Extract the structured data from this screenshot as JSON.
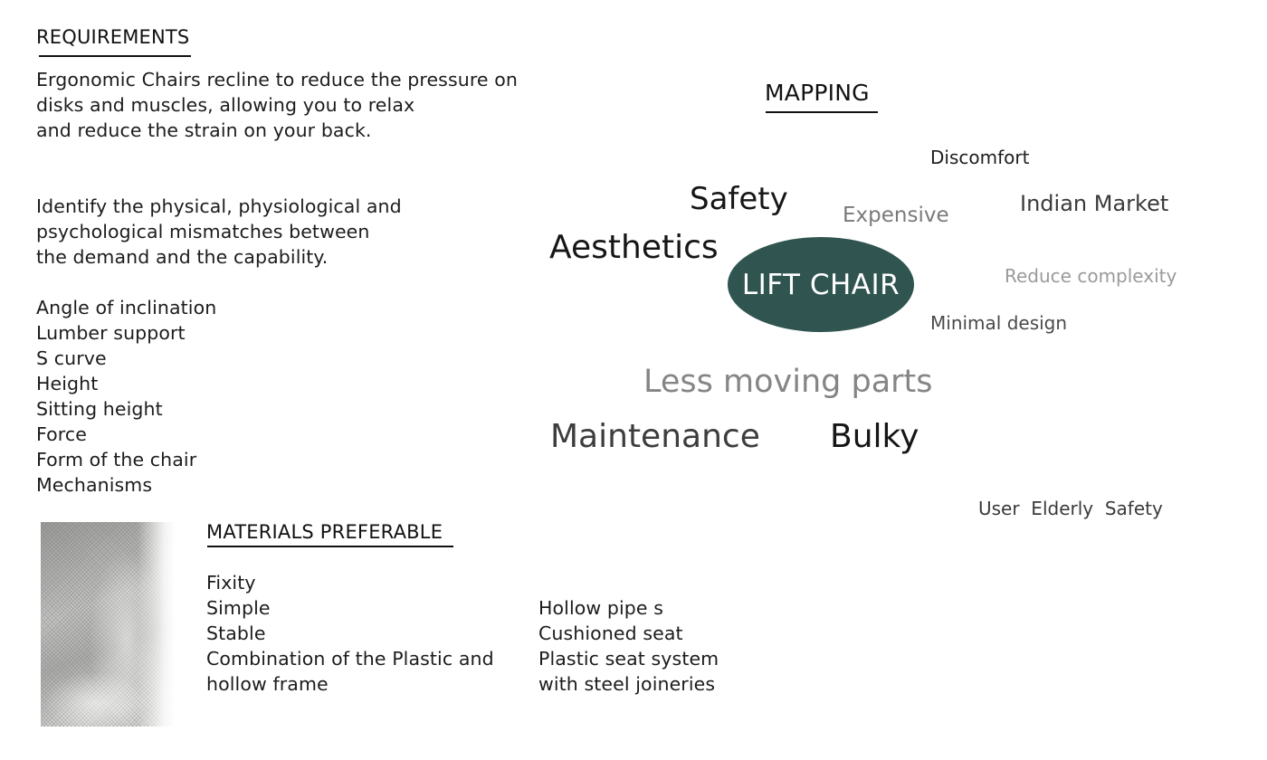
{
  "requirements": {
    "heading": "REQUIREMENTS",
    "intro_lines": [
      "Ergonomic Chairs recline to reduce the pressure on",
      "disks and muscles, allowing you to relax",
      "and reduce the strain on your back."
    ],
    "identify_lines": [
      "Identify the physical, physiological and",
      "psychological mismatches between",
      "the demand and the capability."
    ],
    "factors": [
      "Angle of inclination",
      "Lumber support",
      "S curve",
      "Height",
      "Sitting height",
      "Force",
      "Form of the chair",
      "Mechanisms"
    ]
  },
  "materials": {
    "heading": "MATERIALS PREFERABLE",
    "image_icon": "fabric-mesh-image",
    "left_column": [
      "Fixity",
      "Simple",
      "Stable",
      "Combination of the Plastic and",
      "hollow frame"
    ],
    "right_column": [
      "Hollow pipe s",
      "Cushioned seat",
      "Plastic seat system",
      "with steel joineries"
    ]
  },
  "mapping": {
    "heading": "MAPPING",
    "center": {
      "label": "LIFT CHAIR",
      "color": "#305550"
    },
    "words": {
      "discomfort": "Discomfort",
      "safety": "Safety",
      "expensive": "Expensive",
      "indian_market": "Indian Market",
      "aesthetics": "Aesthetics",
      "reduce_complexity": "Reduce complexity",
      "minimal_design": "Minimal design",
      "less_moving_parts": "Less moving parts",
      "maintenance": "Maintenance",
      "bulky": "Bulky",
      "user_elderly_safety": "User  Elderly  Safety"
    }
  }
}
